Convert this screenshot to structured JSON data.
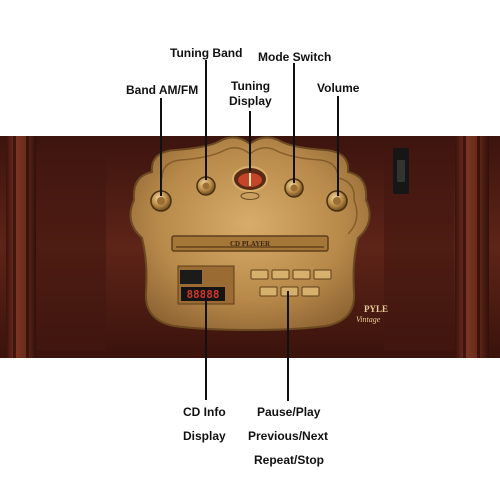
{
  "callouts": {
    "band": "Band AM/FM",
    "tuning_band": "Tuning Band",
    "tuning_display_1": "Tuning",
    "tuning_display_2": "Display",
    "mode_switch": "Mode Switch",
    "volume": "Volume",
    "cd_info_1": "CD Info",
    "cd_info_2": "Display",
    "pause_play": "Pause/Play",
    "prev_next": "Previous/Next",
    "repeat_stop": "Repeat/Stop"
  },
  "panel": {
    "cd_player_label": "CD PLAYER",
    "lcd_digits": "88888",
    "brand_1": "PYLE",
    "brand_2": "Vintage"
  },
  "colors": {
    "wood": "#5e2418",
    "brass": "#b7894a",
    "brass_dark": "#7a5426",
    "lcd_red": "#d2372b"
  }
}
